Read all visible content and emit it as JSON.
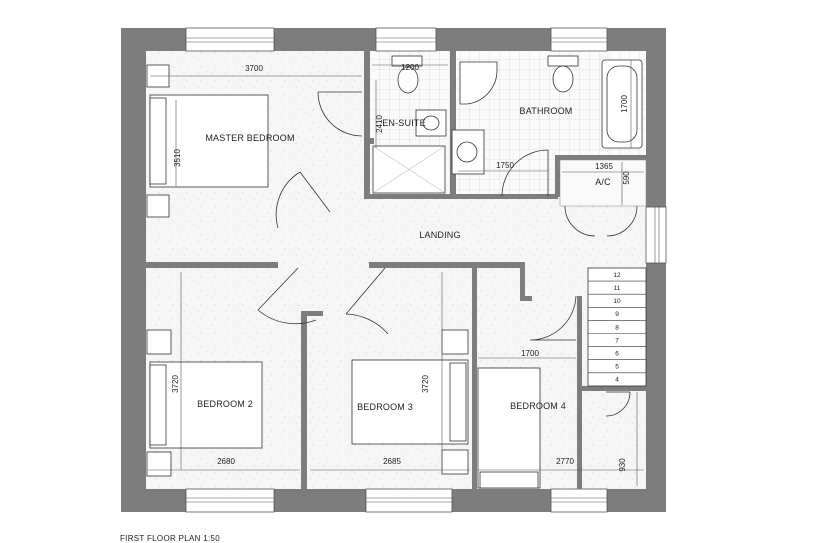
{
  "caption": "FIRST FLOOR PLAN 1:50",
  "rooms": {
    "master_bedroom": "MASTER BEDROOM",
    "en_suite": "EN-SUITE",
    "bathroom": "BATHROOM",
    "landing": "LANDING",
    "ac": "A/C",
    "bedroom2": "BEDROOM 2",
    "bedroom3": "BEDROOM 3",
    "bedroom4": "BEDROOM 4"
  },
  "dimensions": {
    "master_width": "3700",
    "master_depth": "3510",
    "ensuite_width": "1200",
    "ensuite_depth": "2410",
    "bath_length": "1700",
    "bathroom_door": "1750",
    "ac_width": "1365",
    "ac_depth": "590",
    "bed2_depth": "3720",
    "bed2_width": "2680",
    "bed3_depth": "3720",
    "bed3_width": "2685",
    "bed4_depth": "1700",
    "bed4_width": "2770",
    "cupboard": "930"
  },
  "stairs": [
    "12",
    "11",
    "10",
    "9",
    "8",
    "7",
    "6",
    "5",
    "4"
  ],
  "colors": {
    "wall": "#7d7d7d",
    "floor": "#f3f3f3",
    "line": "#333333"
  }
}
